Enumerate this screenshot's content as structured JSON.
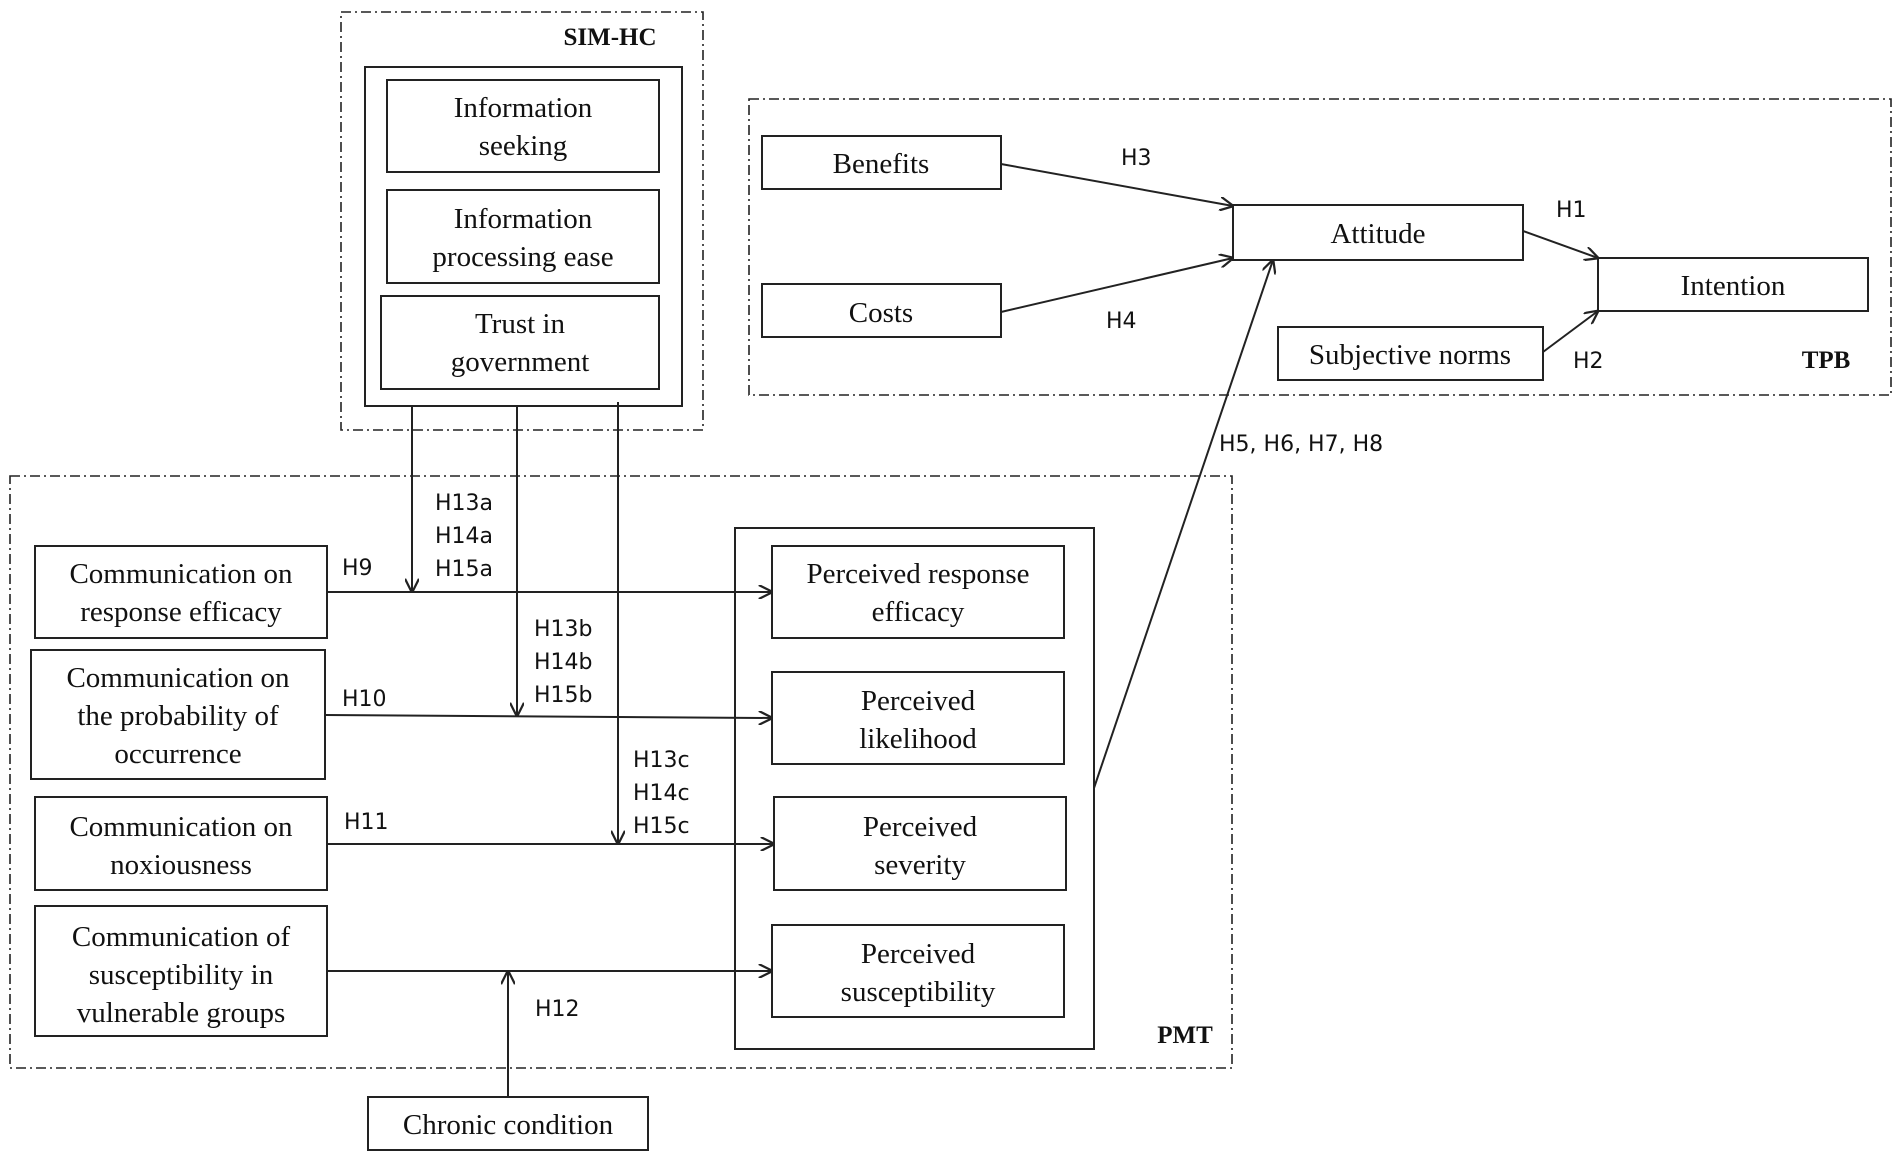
{
  "groups": {
    "simhc": "SIM-HC",
    "tpb": "TPB",
    "pmt": "PMT"
  },
  "nodes": {
    "info_seeking": [
      "Information",
      "seeking"
    ],
    "info_processing": [
      "Information",
      "processing  ease"
    ],
    "trust_gov": [
      "Trust  in",
      "government"
    ],
    "benefits": "Benefits",
    "costs": "Costs",
    "attitude": "Attitude",
    "intention": "Intention",
    "subjective_norms": "Subjective norms",
    "comm_response_efficacy": [
      "Communication  on",
      "response  efficacy"
    ],
    "comm_probability": [
      "Communication  on",
      "the  probability  of",
      "occurrence"
    ],
    "comm_noxiousness": [
      "Communication  on",
      "noxiousness"
    ],
    "comm_susceptibility": [
      "Communication  of",
      "susceptibility  in",
      "vulnerable groups"
    ],
    "perc_response_efficacy": [
      "Perceived  response",
      "efficacy"
    ],
    "perc_likelihood": [
      "Perceived",
      "likelihood"
    ],
    "perc_severity": [
      "Perceived",
      "severity"
    ],
    "perc_susceptibility": [
      "Perceived",
      "susceptibility"
    ],
    "chronic": "Chronic condition"
  },
  "hypotheses": {
    "h1": "H1",
    "h2": "H2",
    "h3": "H3",
    "h4": "H4",
    "h5_8": "H5, H6, H7, H8",
    "h9": "H9",
    "h10": "H10",
    "h11": "H11",
    "h12": "H12",
    "mod_a": [
      "H13a",
      "H14a",
      "H15a"
    ],
    "mod_b": [
      "H13b",
      "H14b",
      "H15b"
    ],
    "mod_c": [
      "H13c",
      "H14c",
      "H15c"
    ]
  }
}
